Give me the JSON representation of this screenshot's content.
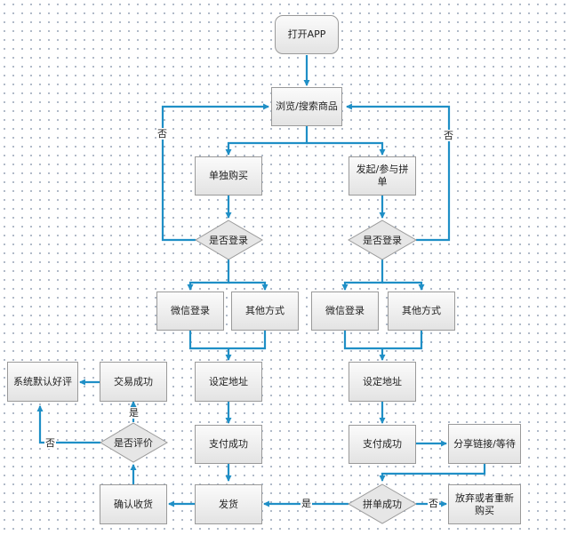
{
  "nodes": {
    "open_app": "打开APP",
    "browse": "浏览/搜索商品",
    "single_buy": "单独购买",
    "group_buy": "发起/参与拼单",
    "login_check_left": "是否登录",
    "login_check_right": "是否登录",
    "wechat_login_left": "微信登录",
    "other_method_left": "其他方式",
    "wechat_login_right": "微信登录",
    "other_method_right": "其他方式",
    "address_left": "设定地址",
    "address_right": "设定地址",
    "pay_left": "支付成功",
    "pay_right": "支付成功",
    "share_link": "分享链接/等待",
    "group_success": "拼单成功",
    "give_up": "放弃或者重新购买",
    "ship": "发货",
    "confirm_receipt": "确认收货",
    "review_check": "是否评价",
    "trade_success": "交易成功",
    "default_review": "系统默认好评"
  },
  "edge_labels": {
    "no_left": "否",
    "no_right": "否",
    "yes_review": "是",
    "no_review": "否",
    "yes_group": "是",
    "no_group": "否"
  },
  "colors": {
    "arrow": "#1f8fc6",
    "box_border": "#9a9a9a",
    "box_fill_top": "#fbfbfb",
    "box_fill_bottom": "#e3e3e3"
  }
}
